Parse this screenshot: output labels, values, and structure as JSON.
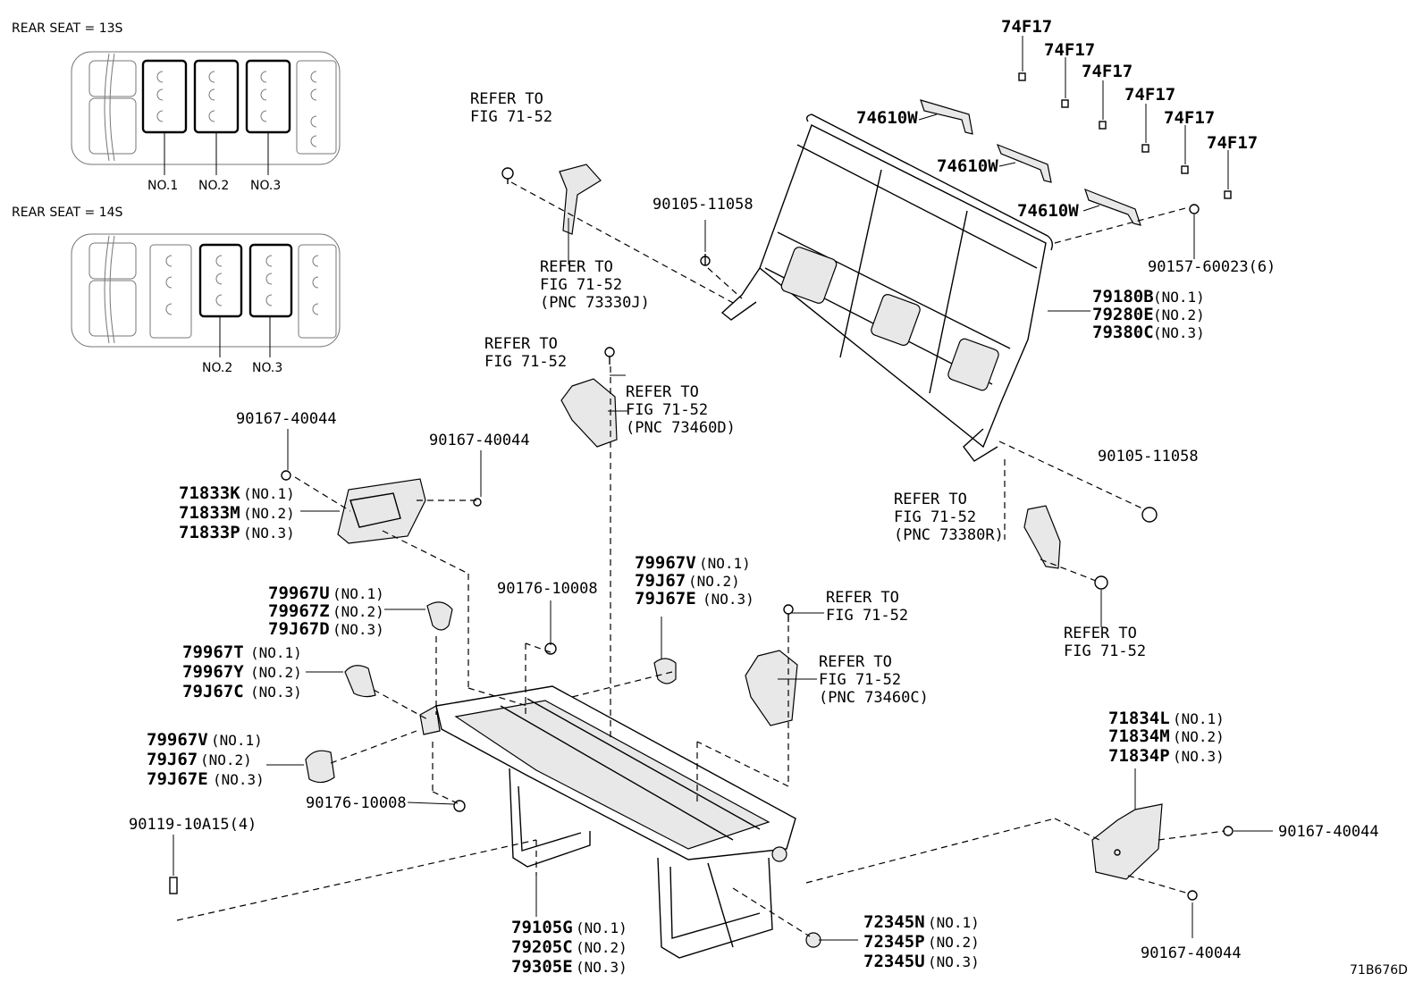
{
  "diagram_id": "71B676D",
  "insets": [
    {
      "title": "REAR SEAT = 13S",
      "labels": [
        "NO.1",
        "NO.2",
        "NO.3"
      ]
    },
    {
      "title": "REAR SEAT = 14S",
      "labels": [
        "NO.2",
        "NO.3"
      ]
    }
  ],
  "parts": {
    "p74F17": "74F17",
    "p74610W": "74610W",
    "p90105_11058": "90105-11058",
    "p90157_60023": "90157-60023(6)",
    "p79180B": "79180B",
    "p79280E": "79280E",
    "p79380C": "79380C",
    "p90167_40044": "90167-40044",
    "p71833K": "71833K",
    "p71833M": "71833M",
    "p71833P": "71833P",
    "p90176_10008": "90176-10008",
    "p79967V": "79967V",
    "p79J67": "79J67",
    "p79J67E": "79J67E",
    "p79967U": "79967U",
    "p79967Z": "79967Z",
    "p79J67D": "79J67D",
    "p79967T": "79967T",
    "p79967Y": "79967Y",
    "p79J67C": "79J67C",
    "p90119_10A15": "90119-10A15(4)",
    "p79105G": "79105G",
    "p79205C": "79205C",
    "p79305E": "79305E",
    "p72345N": "72345N",
    "p72345P": "72345P",
    "p72345U": "72345U",
    "p71834L": "71834L",
    "p71834M": "71834M",
    "p71834P": "71834P"
  },
  "notes": {
    "no1": "(NO.1)",
    "no2": "(NO.2)",
    "no3": "(NO.3)"
  },
  "refs": {
    "refer_to": "REFER TO",
    "fig": "FIG 71-52",
    "pnc_73330J": "(PNC 73330J)",
    "pnc_73460D": "(PNC 73460D)",
    "pnc_73380R": "(PNC 73380R)",
    "pnc_73460C": "(PNC 73460C)"
  }
}
